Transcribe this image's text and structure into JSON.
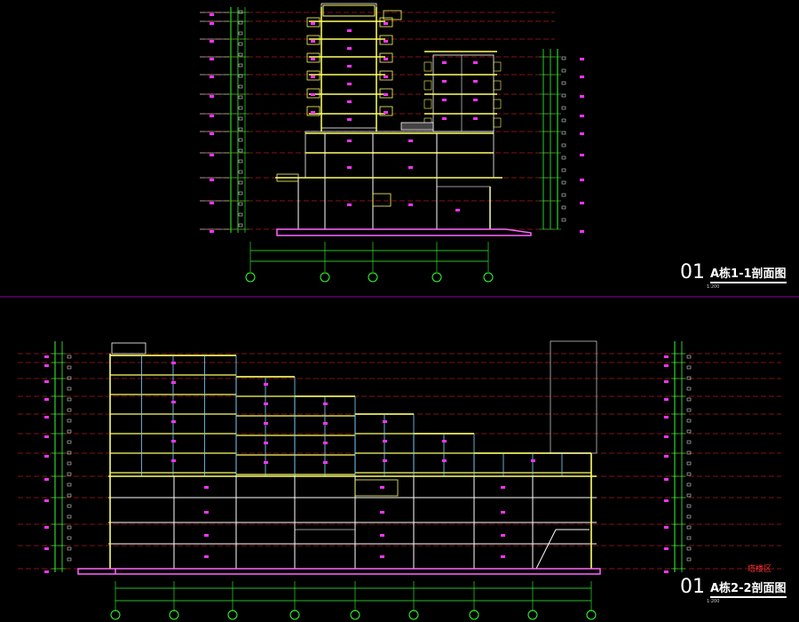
{
  "section_1": {
    "number": "01",
    "title": "A栋1-1剖面图",
    "scale": "1:200"
  },
  "section_2": {
    "number": "01",
    "title": "A栋2-2剖面图",
    "scale": "1:200",
    "zone_label": "塔楼区"
  },
  "colors": {
    "background": "#000000",
    "level_line": "#ff2a2a",
    "wall": "#ffff66",
    "structure": "#ffffff",
    "glazing": "#7fd6ff",
    "dimension": "#33ff33",
    "level_text": "#ff33ff",
    "grid_axis": "#33ff33",
    "separator": "#9900aa",
    "ground": "#ff66ff"
  }
}
